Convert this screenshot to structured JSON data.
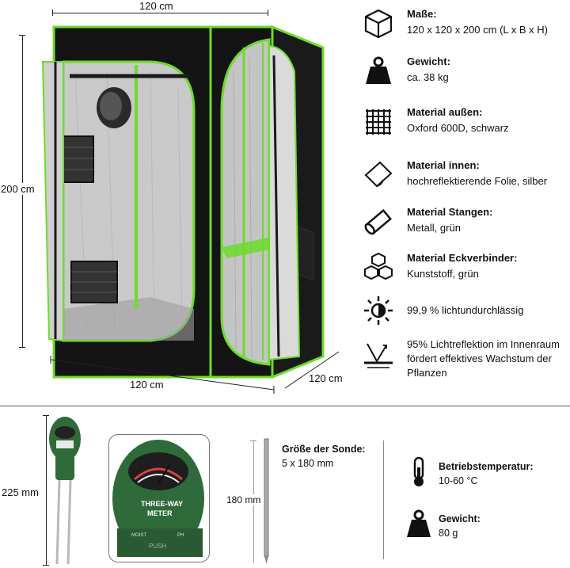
{
  "tent": {
    "dim_top": "120 cm",
    "dim_left": "200 cm",
    "dim_bottom": "120 cm",
    "dim_right": "120 cm"
  },
  "specs": [
    {
      "icon": "cube-icon",
      "title": "Maße:",
      "value": "120 x 120 x 200 cm (L x B x H)"
    },
    {
      "icon": "weight-icon",
      "title": "Gewicht:",
      "value": "ca. 38 kg"
    },
    {
      "icon": "fabric-grid-icon",
      "title": "Material außen:",
      "value": "Oxford 600D, schwarz"
    },
    {
      "icon": "foil-sheet-icon",
      "title": "Material innen:",
      "value": "hochreflektierende Folie, silber"
    },
    {
      "icon": "tube-icon",
      "title": "Material Stangen:",
      "value": "Metall, grün"
    },
    {
      "icon": "cubes-connector-icon",
      "title": "Material Eckverbinder:",
      "value": "Kunststoff, grün"
    },
    {
      "icon": "sun-icon",
      "title": "",
      "value": "99,9 % lichtundurchlässig"
    },
    {
      "icon": "reflection-icon",
      "title": "",
      "value": "95% Lichtreflektion im Innenraum fördert effektives Wachstum der Pflanzen"
    }
  ],
  "meter": {
    "dim_height": "225 mm",
    "probe_dim": "180 mm",
    "probe_title": "Größe der Sonde:",
    "probe_value": "5 x 180 mm",
    "label_line1": "THREE-WAY",
    "label_line2": "METER",
    "switch_left": "MOIST",
    "switch_right": "PH",
    "push_text": "PUSH",
    "temp_title": "Betriebstemperatur:",
    "temp_value": "10-60 °C",
    "weight_title": "Gewicht:",
    "weight_value": "80 g"
  },
  "colors": {
    "tent_black": "#141414",
    "tent_green": "#6ddc2c",
    "foil_silver": "#c9c9c9",
    "meter_green": "#2f6b3a"
  }
}
